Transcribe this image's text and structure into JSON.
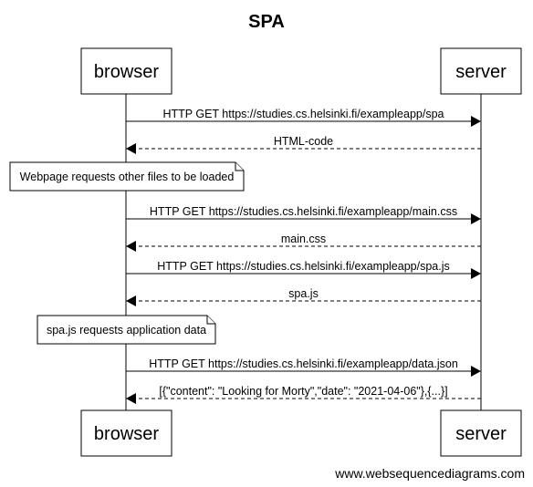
{
  "title": "SPA",
  "footer": "www.websequencediagrams.com",
  "actors": [
    {
      "id": "browser",
      "label": "browser"
    },
    {
      "id": "server",
      "label": "server"
    }
  ],
  "steps": [
    {
      "kind": "message",
      "from": "browser",
      "to": "server",
      "style": "solid",
      "label": "HTTP GET https://studies.cs.helsinki.fi/exampleapp/spa"
    },
    {
      "kind": "message",
      "from": "server",
      "to": "browser",
      "style": "dashed",
      "label": "HTML-code"
    },
    {
      "kind": "note",
      "over": "browser",
      "text": "Webpage requests other files to be loaded"
    },
    {
      "kind": "message",
      "from": "browser",
      "to": "server",
      "style": "solid",
      "label": "HTTP GET https://studies.cs.helsinki.fi/exampleapp/main.css"
    },
    {
      "kind": "message",
      "from": "server",
      "to": "browser",
      "style": "dashed",
      "label": "main.css"
    },
    {
      "kind": "message",
      "from": "browser",
      "to": "server",
      "style": "solid",
      "label": "HTTP GET https://studies.cs.helsinki.fi/exampleapp/spa.js"
    },
    {
      "kind": "message",
      "from": "server",
      "to": "browser",
      "style": "dashed",
      "label": "spa.js"
    },
    {
      "kind": "note",
      "over": "browser",
      "text": "spa.js requests application data"
    },
    {
      "kind": "message",
      "from": "browser",
      "to": "server",
      "style": "solid",
      "label": "HTTP GET https://studies.cs.helsinki.fi/exampleapp/data.json"
    },
    {
      "kind": "message",
      "from": "server",
      "to": "browser",
      "style": "dashed",
      "label": "[{\"content\": \"Looking for Morty\",\"date\": \"2021-04-06\"},{...}]"
    }
  ]
}
